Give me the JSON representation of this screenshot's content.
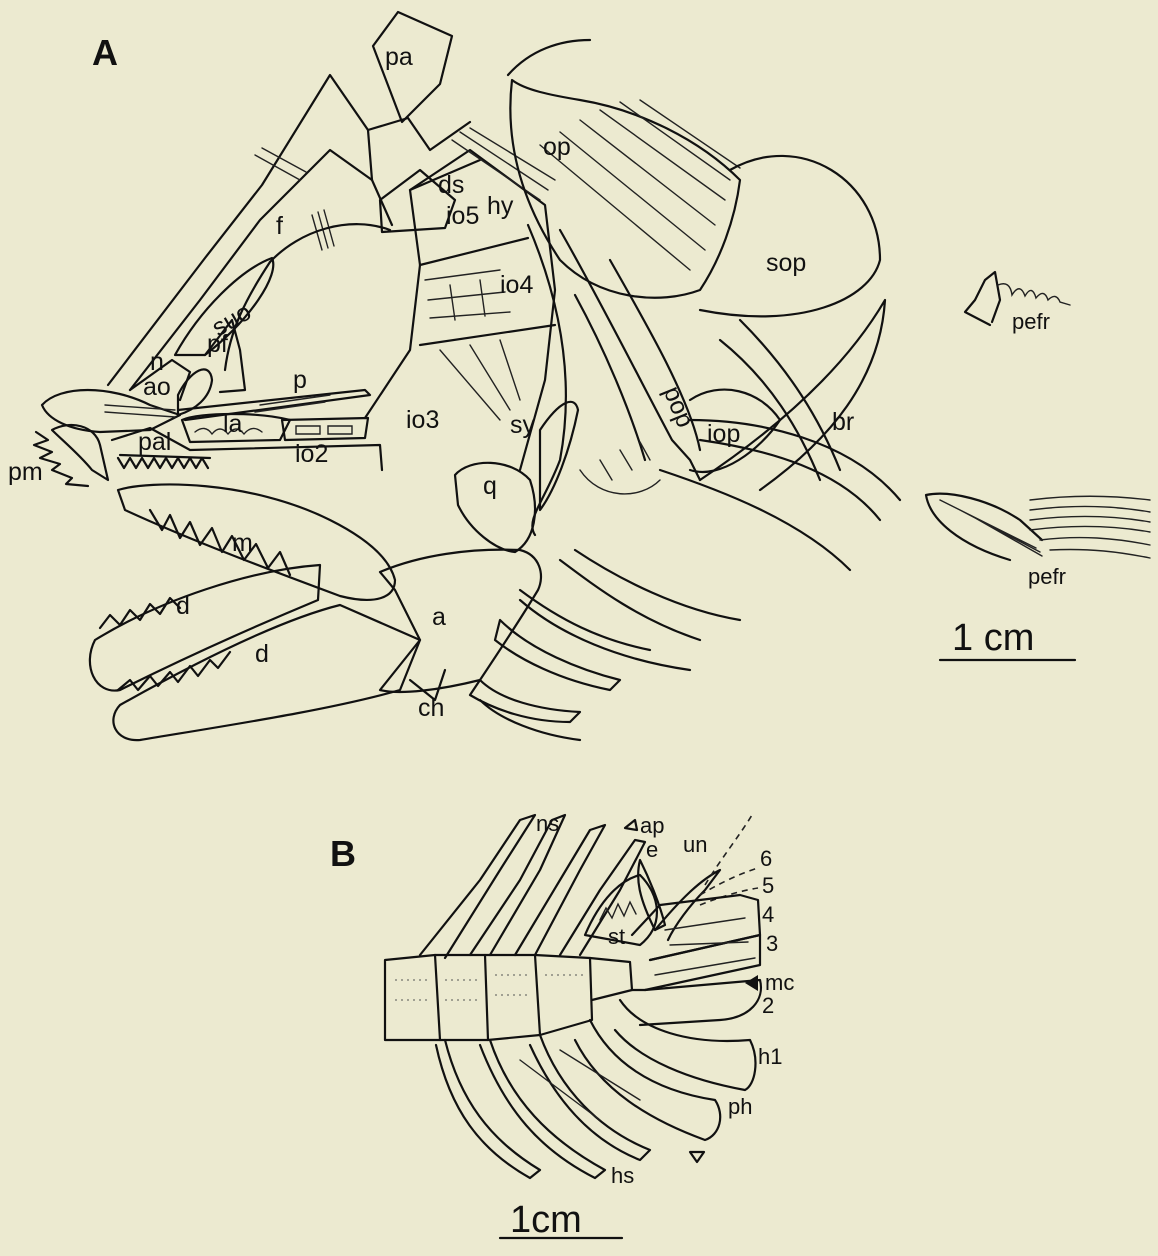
{
  "panels": {
    "a": "A",
    "b": "B"
  },
  "labels_a": {
    "pa": "pa",
    "op": "op",
    "ds": "ds",
    "io5": "io5",
    "hy": "hy",
    "f": "f",
    "io4": "io4",
    "sop": "sop",
    "pefr_top": "pefr",
    "suo": "suo",
    "pf": "pf",
    "n": "n",
    "ao": "ao",
    "p": "p",
    "la": "la",
    "io3": "io3",
    "sy": "sy",
    "pop": "pop",
    "iop": "iop",
    "br": "br",
    "pal": "pal",
    "io2": "io2",
    "pm": "pm",
    "q": "q",
    "m": "m",
    "pefr_bottom": "pefr",
    "a": "a",
    "d_upper": "d",
    "d_lower": "d",
    "ch": "ch"
  },
  "labels_b": {
    "ns": "ns",
    "ap": "ap",
    "e": "e",
    "un": "un",
    "n6": "6",
    "n5": "5",
    "n4": "4",
    "n3": "3",
    "st": "st",
    "mc": "mc",
    "n2": "2",
    "h1": "h1",
    "ph": "ph",
    "hs": "hs"
  },
  "scale_a": "1 cm",
  "scale_b": "1cm"
}
